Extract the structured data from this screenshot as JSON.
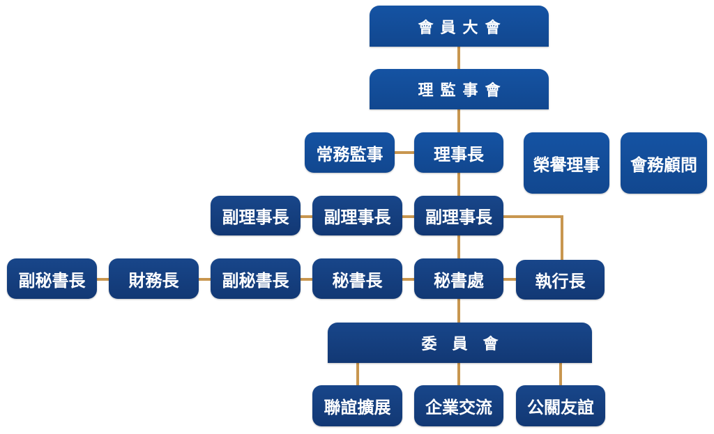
{
  "chart_title": "",
  "colors": {
    "top_box": "#1452a0",
    "lower_box": "#163f7f",
    "connector": "#c8964f",
    "text": "#ffffff"
  },
  "nodes": {
    "general_assembly": "會員大會",
    "board": "理監事會",
    "standing_supervisor": "常務監事",
    "chairman": "理事長",
    "honorary_director": "榮譽理事",
    "advisor": "會務顧問",
    "vice_chairman_left": "副理事長",
    "vice_chairman_mid": "副理事長",
    "vice_chairman_main": "副理事長",
    "deputy_secretary_left": "副秘書長",
    "treasurer": "財務長",
    "deputy_secretary": "副秘書長",
    "secretary_general": "秘書長",
    "secretariat": "秘書處",
    "ceo": "執行長",
    "committee": "委員會",
    "fellowship_expansion": "聯誼擴展",
    "business_exchange": "企業交流",
    "public_relations": "公關友誼"
  },
  "edges": [
    [
      "general_assembly",
      "board"
    ],
    [
      "board",
      "chairman"
    ],
    [
      "chairman",
      "standing_supervisor"
    ],
    [
      "chairman",
      "vice_chairman_main"
    ],
    [
      "vice_chairman_main",
      "vice_chairman_mid"
    ],
    [
      "vice_chairman_mid",
      "vice_chairman_left"
    ],
    [
      "vice_chairman_main",
      "secretariat"
    ],
    [
      "vice_chairman_main",
      "ceo"
    ],
    [
      "secretariat",
      "ceo"
    ],
    [
      "secretariat",
      "secretary_general"
    ],
    [
      "secretary_general",
      "deputy_secretary"
    ],
    [
      "deputy_secretary",
      "treasurer"
    ],
    [
      "treasurer",
      "deputy_secretary_left"
    ],
    [
      "secretariat",
      "committee"
    ],
    [
      "committee",
      "fellowship_expansion"
    ],
    [
      "committee",
      "business_exchange"
    ],
    [
      "committee",
      "public_relations"
    ]
  ]
}
